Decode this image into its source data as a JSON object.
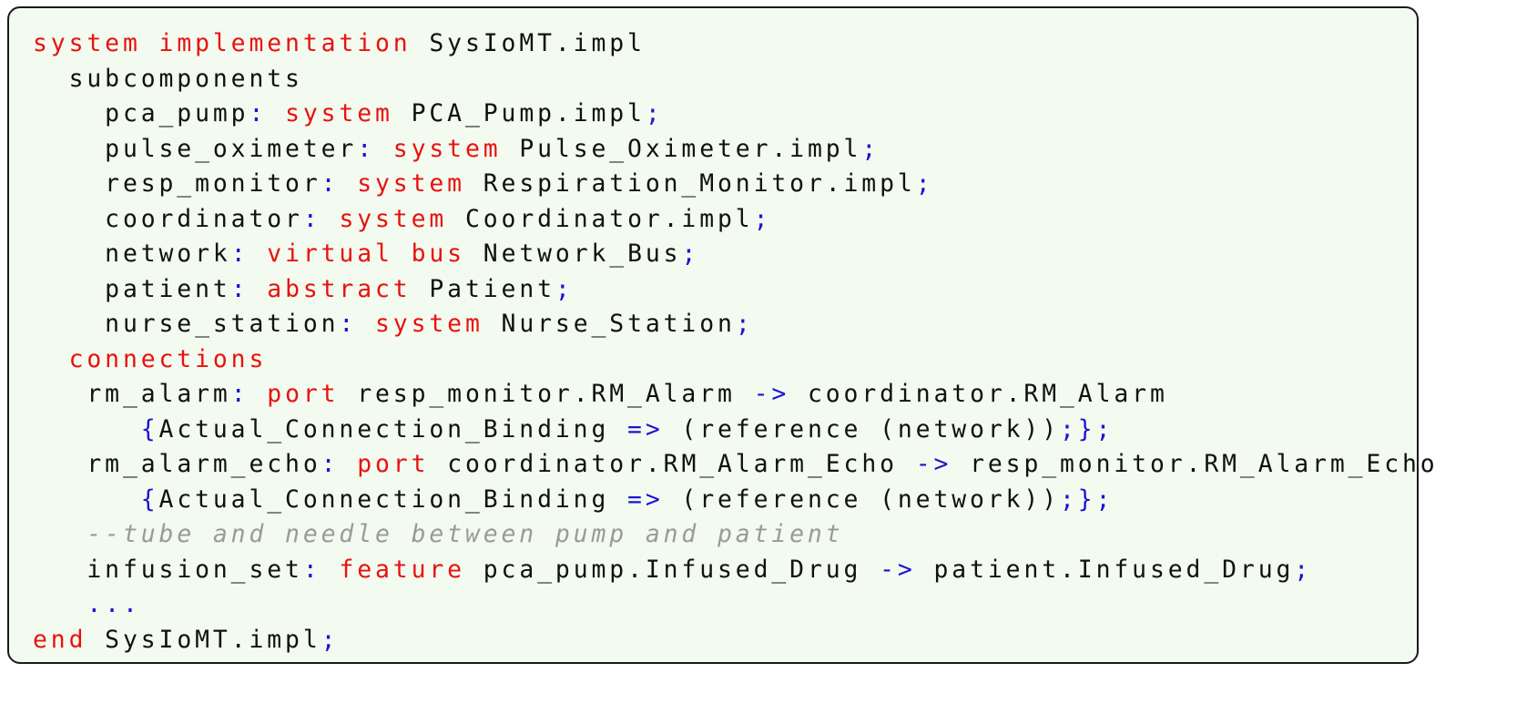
{
  "code_lines": [
    {
      "indent": 0,
      "tokens": [
        {
          "text": "system",
          "kind": "keyword"
        },
        {
          "text": " ",
          "kind": "ws"
        },
        {
          "text": "implementation",
          "kind": "keyword"
        },
        {
          "text": " ",
          "kind": "ws"
        },
        {
          "text": "SysIoMT.impl",
          "kind": "ident"
        }
      ]
    },
    {
      "indent": 2,
      "tokens": [
        {
          "text": "subcomponents",
          "kind": "ident"
        }
      ]
    },
    {
      "indent": 4,
      "tokens": [
        {
          "text": "pca_pump",
          "kind": "ident"
        },
        {
          "text": ":",
          "kind": "punct"
        },
        {
          "text": " ",
          "kind": "ws"
        },
        {
          "text": "system",
          "kind": "keyword"
        },
        {
          "text": " ",
          "kind": "ws"
        },
        {
          "text": "PCA_Pump.impl",
          "kind": "ident"
        },
        {
          "text": ";",
          "kind": "punct"
        }
      ]
    },
    {
      "indent": 4,
      "tokens": [
        {
          "text": "pulse_oximeter",
          "kind": "ident"
        },
        {
          "text": ":",
          "kind": "punct"
        },
        {
          "text": " ",
          "kind": "ws"
        },
        {
          "text": "system",
          "kind": "keyword"
        },
        {
          "text": " ",
          "kind": "ws"
        },
        {
          "text": "Pulse_Oximeter.impl",
          "kind": "ident"
        },
        {
          "text": ";",
          "kind": "punct"
        }
      ]
    },
    {
      "indent": 4,
      "tokens": [
        {
          "text": "resp_monitor",
          "kind": "ident"
        },
        {
          "text": ":",
          "kind": "punct"
        },
        {
          "text": " ",
          "kind": "ws"
        },
        {
          "text": "system",
          "kind": "keyword"
        },
        {
          "text": " ",
          "kind": "ws"
        },
        {
          "text": "Respiration_Monitor.impl",
          "kind": "ident"
        },
        {
          "text": ";",
          "kind": "punct"
        }
      ]
    },
    {
      "indent": 4,
      "tokens": [
        {
          "text": "coordinator",
          "kind": "ident"
        },
        {
          "text": ":",
          "kind": "punct"
        },
        {
          "text": " ",
          "kind": "ws"
        },
        {
          "text": "system",
          "kind": "keyword"
        },
        {
          "text": " ",
          "kind": "ws"
        },
        {
          "text": "Coordinator.impl",
          "kind": "ident"
        },
        {
          "text": ";",
          "kind": "punct"
        }
      ]
    },
    {
      "indent": 4,
      "tokens": [
        {
          "text": "network",
          "kind": "ident"
        },
        {
          "text": ":",
          "kind": "punct"
        },
        {
          "text": " ",
          "kind": "ws"
        },
        {
          "text": "virtual",
          "kind": "keyword"
        },
        {
          "text": " ",
          "kind": "ws"
        },
        {
          "text": "bus",
          "kind": "keyword"
        },
        {
          "text": " ",
          "kind": "ws"
        },
        {
          "text": "Network_Bus",
          "kind": "ident"
        },
        {
          "text": ";",
          "kind": "punct"
        }
      ]
    },
    {
      "indent": 4,
      "tokens": [
        {
          "text": "patient",
          "kind": "ident"
        },
        {
          "text": ":",
          "kind": "punct"
        },
        {
          "text": " ",
          "kind": "ws"
        },
        {
          "text": "abstract",
          "kind": "keyword"
        },
        {
          "text": " ",
          "kind": "ws"
        },
        {
          "text": "Patient",
          "kind": "ident"
        },
        {
          "text": ";",
          "kind": "punct"
        }
      ]
    },
    {
      "indent": 4,
      "tokens": [
        {
          "text": "nurse_station",
          "kind": "ident"
        },
        {
          "text": ":",
          "kind": "punct"
        },
        {
          "text": " ",
          "kind": "ws"
        },
        {
          "text": "system",
          "kind": "keyword"
        },
        {
          "text": " ",
          "kind": "ws"
        },
        {
          "text": "Nurse_Station",
          "kind": "ident"
        },
        {
          "text": ";",
          "kind": "punct"
        }
      ]
    },
    {
      "indent": 2,
      "tokens": [
        {
          "text": "connections",
          "kind": "keyword"
        }
      ]
    },
    {
      "indent": 3,
      "tokens": [
        {
          "text": "rm_alarm",
          "kind": "ident"
        },
        {
          "text": ":",
          "kind": "punct"
        },
        {
          "text": " ",
          "kind": "ws"
        },
        {
          "text": "port",
          "kind": "keyword"
        },
        {
          "text": " ",
          "kind": "ws"
        },
        {
          "text": "resp_monitor.RM_Alarm",
          "kind": "ident"
        },
        {
          "text": " ",
          "kind": "ws"
        },
        {
          "text": "->",
          "kind": "punct"
        },
        {
          "text": " ",
          "kind": "ws"
        },
        {
          "text": "coordinator.RM_Alarm",
          "kind": "ident"
        }
      ]
    },
    {
      "indent": 6,
      "tokens": [
        {
          "text": "{",
          "kind": "punct"
        },
        {
          "text": "Actual_Connection_Binding",
          "kind": "ident"
        },
        {
          "text": " ",
          "kind": "ws"
        },
        {
          "text": "=>",
          "kind": "punct"
        },
        {
          "text": " ",
          "kind": "ws"
        },
        {
          "text": "(reference (network))",
          "kind": "ident"
        },
        {
          "text": ";};",
          "kind": "punct"
        }
      ]
    },
    {
      "indent": 3,
      "tokens": [
        {
          "text": "rm_alarm_echo",
          "kind": "ident"
        },
        {
          "text": ":",
          "kind": "punct"
        },
        {
          "text": " ",
          "kind": "ws"
        },
        {
          "text": "port",
          "kind": "keyword"
        },
        {
          "text": " ",
          "kind": "ws"
        },
        {
          "text": "coordinator.RM_Alarm_Echo",
          "kind": "ident"
        },
        {
          "text": " ",
          "kind": "ws"
        },
        {
          "text": "->",
          "kind": "punct"
        },
        {
          "text": " ",
          "kind": "ws"
        },
        {
          "text": "resp_monitor.RM_Alarm_Echo",
          "kind": "ident"
        }
      ]
    },
    {
      "indent": 6,
      "tokens": [
        {
          "text": "{",
          "kind": "punct"
        },
        {
          "text": "Actual_Connection_Binding",
          "kind": "ident"
        },
        {
          "text": " ",
          "kind": "ws"
        },
        {
          "text": "=>",
          "kind": "punct"
        },
        {
          "text": " ",
          "kind": "ws"
        },
        {
          "text": "(reference (network))",
          "kind": "ident"
        },
        {
          "text": ";};",
          "kind": "punct"
        }
      ]
    },
    {
      "indent": 3,
      "tokens": [
        {
          "text": "--tube and needle between pump and patient",
          "kind": "comment"
        }
      ]
    },
    {
      "indent": 3,
      "tokens": [
        {
          "text": "infusion_set",
          "kind": "ident"
        },
        {
          "text": ":",
          "kind": "punct"
        },
        {
          "text": " ",
          "kind": "ws"
        },
        {
          "text": "feature",
          "kind": "keyword"
        },
        {
          "text": " ",
          "kind": "ws"
        },
        {
          "text": "pca_pump.Infused_Drug",
          "kind": "ident"
        },
        {
          "text": " ",
          "kind": "ws"
        },
        {
          "text": "->",
          "kind": "punct"
        },
        {
          "text": " ",
          "kind": "ws"
        },
        {
          "text": "patient.Infused_Drug",
          "kind": "ident"
        },
        {
          "text": ";",
          "kind": "punct"
        }
      ]
    },
    {
      "indent": 3,
      "tokens": [
        {
          "text": "...",
          "kind": "punct"
        }
      ]
    },
    {
      "indent": 0,
      "tokens": [
        {
          "text": "end",
          "kind": "keyword"
        },
        {
          "text": " ",
          "kind": "ws"
        },
        {
          "text": "SysIoMT.impl",
          "kind": "ident"
        },
        {
          "text": ";",
          "kind": "punct"
        }
      ]
    }
  ],
  "colors": {
    "keyword": "#e8120f",
    "punct": "#1a14d4",
    "comment": "#9a9a9a",
    "ident": "#111111",
    "background": "#f3faef",
    "border": "#1a1a1a"
  }
}
